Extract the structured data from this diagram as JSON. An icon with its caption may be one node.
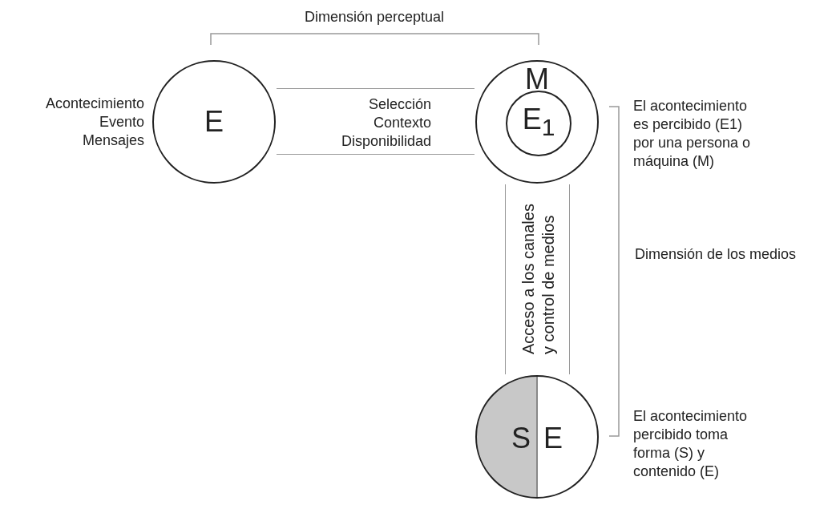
{
  "diagram": {
    "nodes": [
      {
        "text": [
          "E"
        ],
        "beside": [
          "Acontecimiento Evento Mensajes"
        ]
      },
      {
        "text": [
          "M"
        ],
        "beside": [
          "El acontecimiento es percibido (E1) por una persona o máquina (M)"
        ]
      },
      {
        "text": [
          "E$_{1}$"
        ],
        "in": 1
      },
      {
        "text": [
          "Selección Contexto Disponibilidad"
        ]
      },
      {
        "text": [
          "Acceso a los canales y control de medios"
        ]
      },
      {
        "text": [
          "S",
          "E"
        ],
        "beside": [
          "El acontecimiento percibido toma forma (S) y contenido (E)"
        ]
      }
    ],
    "labels": [
      "Dimensión perceptual",
      "Dimensión de los medios"
    ]
  }
}
